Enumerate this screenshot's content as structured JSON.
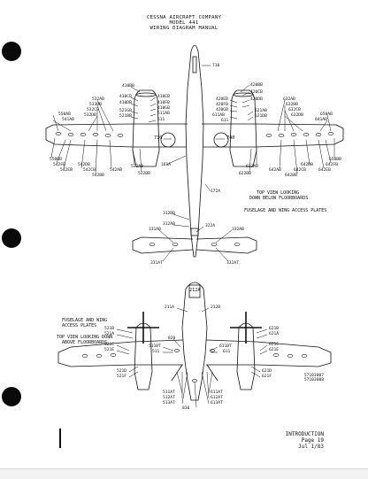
{
  "header": {
    "company": "CESSNA AIRCRAFT COMPANY",
    "model": "MODEL 441",
    "manual": "WIRING DIAGRAM MANUAL"
  },
  "top_view": {
    "labels": {
      "nose": "710",
      "l_410BB": "410BB",
      "l_410CB": "410CB",
      "l_410DB": "410DB",
      "l_410EB": "410EB",
      "l_410FB": "410FB",
      "l_410GB": "410GB",
      "l_521GB": "521GB",
      "l_521BB": "521BB",
      "l_511": "511",
      "l_511AB": "511AB",
      "l_532AB": "532AB",
      "l_533BB": "533BB",
      "l_532CB": "532CB",
      "l_532DB": "532DB",
      "l_550AB": "550AB",
      "l_541AB": "541AB",
      "l_550BB": "550BB",
      "l_542FB": "542FB",
      "l_542EB": "542EB",
      "l_542DB": "542DB",
      "l_542CB": "542CB",
      "l_542BB": "542BB",
      "l_542AB": "542AB",
      "l_522AB": "522AB",
      "l_522BB": "522BB",
      "l_730": "730",
      "l_161A": "161A",
      "r_420BB": "420BB",
      "r_420CB": "420CB",
      "r_420DB": "420DB",
      "r_420EB": "420EB",
      "r_420FB": "420FB",
      "r_420GB": "420GB",
      "r_611AB": "611AB",
      "r_611": "611",
      "r_621AB": "621AB",
      "r_621DB": "621DB",
      "r_632AB": "632AB",
      "r_632BB": "632BB",
      "r_632CB": "632CB",
      "r_632DB": "632DB",
      "r_650AB": "650AB",
      "r_641AB": "641AB",
      "r_650BB": "650BB",
      "r_642FB": "642FB",
      "r_642EB": "642EB",
      "r_642DB": "642DB",
      "r_642CB": "642CB",
      "r_642BB": "642BB",
      "r_642AB": "642AB",
      "r_622AB": "622AB",
      "r_622BB": "622BB",
      "r_740": "740",
      "aft_172A": "172A",
      "aft_312BB": "312BB",
      "aft_312AB": "312AB",
      "aft_322A": "322A",
      "aft_331AB": "331AB",
      "aft_332AB": "332AB",
      "aft_331AT": "331AT",
      "aft_332AT": "332AT"
    },
    "caption_lines": [
      "TOP VIEW LOOKING",
      "DOWN BELOW FLOORBOARDS"
    ],
    "subcaption": "FUSELAGE AND WING ACCESS PLATES"
  },
  "bottom_view": {
    "labels": {
      "b_212A": "212A",
      "b_211A": "211A",
      "b_212B": "212B",
      "b_521B": "521B",
      "b_521A": "521A",
      "b_521C": "521C",
      "b_521E": "521E",
      "b_820": "820",
      "b_511BT": "511BT",
      "b_511": "511",
      "b_611BT": "611BT",
      "b_611": "611",
      "b_621B": "621B",
      "b_621A": "621A",
      "b_621C": "621C",
      "b_621E": "621E",
      "b_521D": "521D",
      "b_521F": "521F",
      "b_511AT": "511AT",
      "b_512AT": "512AT",
      "b_513AT": "513AT",
      "b_830": "830",
      "b_611AT": "611AT",
      "b_612AT": "612AT",
      "b_613AT": "613AT",
      "b_621D": "621D",
      "b_621F": "621F"
    },
    "caption_lines": [
      "FUSELAGE AND WING",
      "ACCESS PLATES"
    ],
    "subcaption_lines": [
      "TOP VIEW LOOKING DOWN",
      "ABOVE FLOORBOARDS"
    ]
  },
  "figure_numbers": [
    "57103007",
    "57103008"
  ],
  "footer": {
    "section": "INTRODUCTION",
    "page": "Page 19",
    "date": "Jul 1/83"
  }
}
